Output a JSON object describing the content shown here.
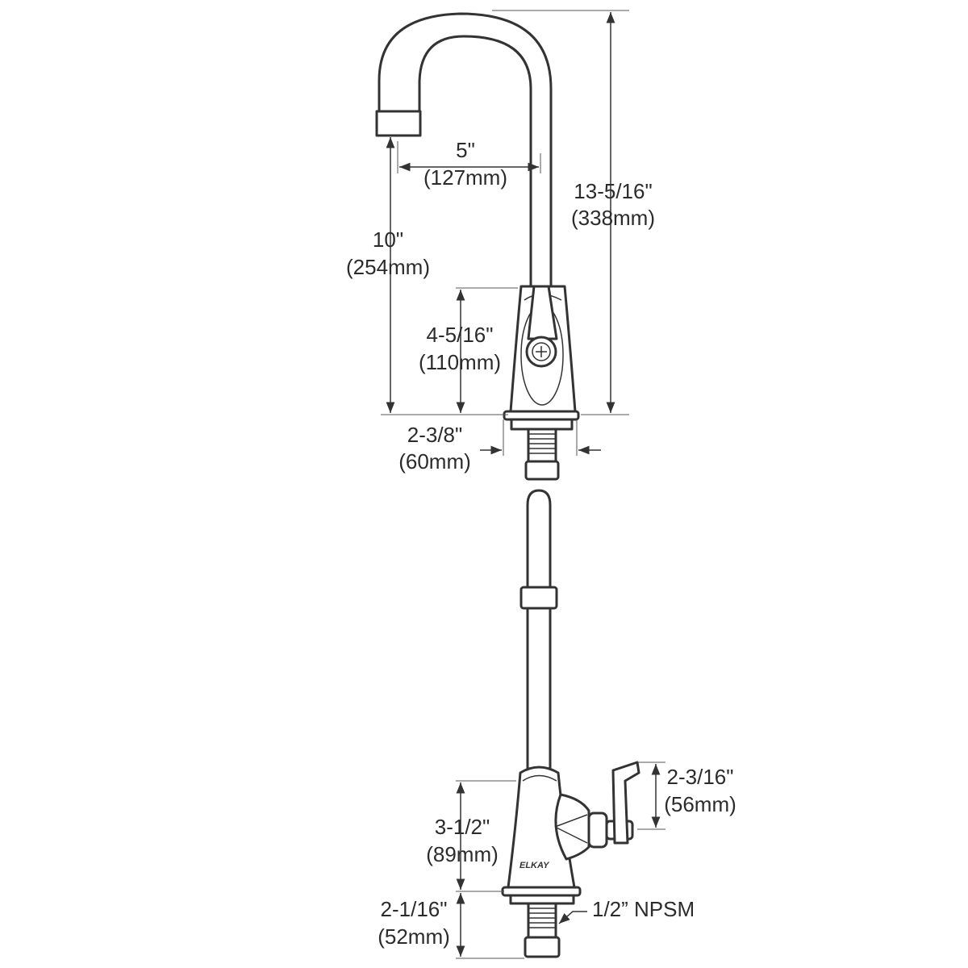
{
  "dimensions": {
    "spout_reach": {
      "imperial": "5\"",
      "metric": "(127mm)"
    },
    "spout_clearance": {
      "imperial": "10\"",
      "metric": "(254mm)"
    },
    "overall_height": {
      "imperial": "13-5/16\"",
      "metric": "(338mm)"
    },
    "body_height": {
      "imperial": "4-5/16\"",
      "metric": "(110mm)"
    },
    "base_width": {
      "imperial": "2-3/8\"",
      "metric": "(60mm)"
    },
    "handle_height": {
      "imperial": "2-3/16\"",
      "metric": "(56mm)"
    },
    "lower_body_height": {
      "imperial": "3-1/2\"",
      "metric": "(89mm)"
    },
    "shank_length": {
      "imperial": "2-1/16\"",
      "metric": "(52mm)"
    }
  },
  "thread_label": "1/2” NPSM",
  "brand_mark": "ELKAY"
}
